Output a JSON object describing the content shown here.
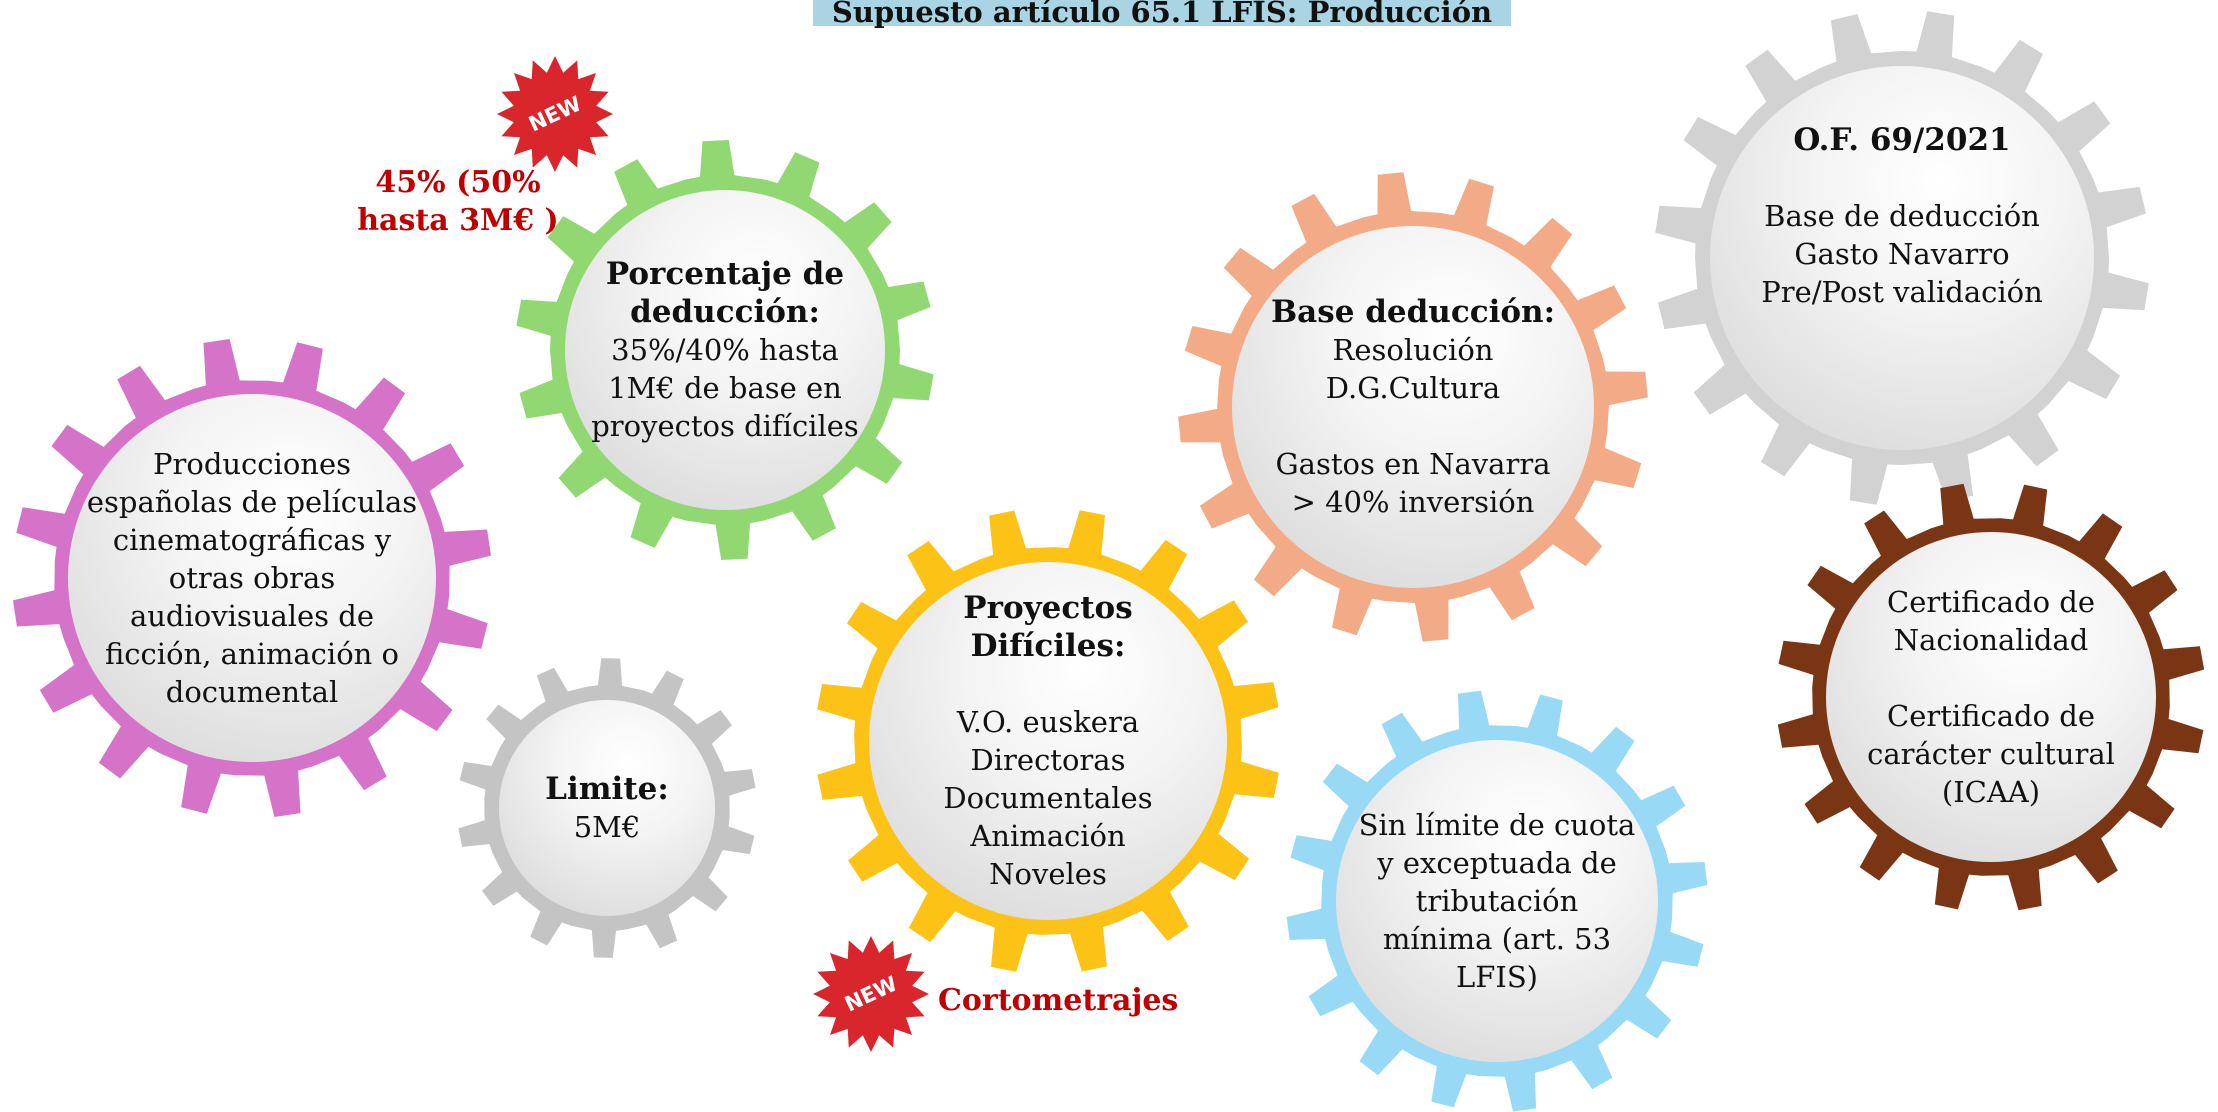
{
  "title": "Supuesto artículo 65.1 LFIS: Producción",
  "colors": {
    "magenta": "#d473c8",
    "green": "#92d872",
    "gray": "#c4c4c4",
    "yellow": "#fcc215",
    "salmon": "#f2ab86",
    "blue": "#98d9f5",
    "lightgray": "#d2d2d2",
    "brown": "#7a3614",
    "red": "#c00000",
    "badge": "#d9262c",
    "title_bg": "#a9d4e3"
  },
  "gears": {
    "producciones": {
      "lines": [
        "Producciones",
        "españolas de películas",
        "cinematográficas y",
        "otras obras",
        "audiovisuales de",
        "ficción, animación o",
        "documental"
      ]
    },
    "porcentaje": {
      "heading": [
        "Porcentaje de",
        "deducción:"
      ],
      "lines": [
        "35%/40% hasta",
        "1M€ de base en",
        "proyectos difíciles"
      ]
    },
    "limite": {
      "heading": "Limite:",
      "value": "5M€"
    },
    "proyectos": {
      "heading": [
        "Proyectos",
        "Difíciles:"
      ],
      "lines": [
        "V.O. euskera",
        "Directoras",
        "Documentales",
        "Animación",
        "Noveles"
      ]
    },
    "base": {
      "heading": "Base deducción:",
      "lines": [
        "Resolución",
        "D.G.Cultura"
      ],
      "lines2": [
        "Gastos en Navarra",
        "> 40% inversión"
      ]
    },
    "cuota": {
      "lines": [
        "Sin límite de cuota",
        "y exceptuada de",
        "tributación",
        "mínima (art. 53",
        "LFIS)"
      ]
    },
    "of": {
      "heading": "O.F. 69/2021",
      "lines": [
        "Base de deducción",
        "Gasto Navarro",
        "Pre/Post validación"
      ]
    },
    "certificado": {
      "lines": [
        "Certificado de",
        "Nacionalidad"
      ],
      "lines2": [
        "Certificado de",
        "carácter cultural",
        "(ICAA)"
      ]
    }
  },
  "notes": {
    "percent_new": [
      "45% (50%",
      "hasta 3M€ )"
    ],
    "cortometrajes": "Cortometrajes"
  },
  "badges": {
    "new_label": "NEW"
  }
}
